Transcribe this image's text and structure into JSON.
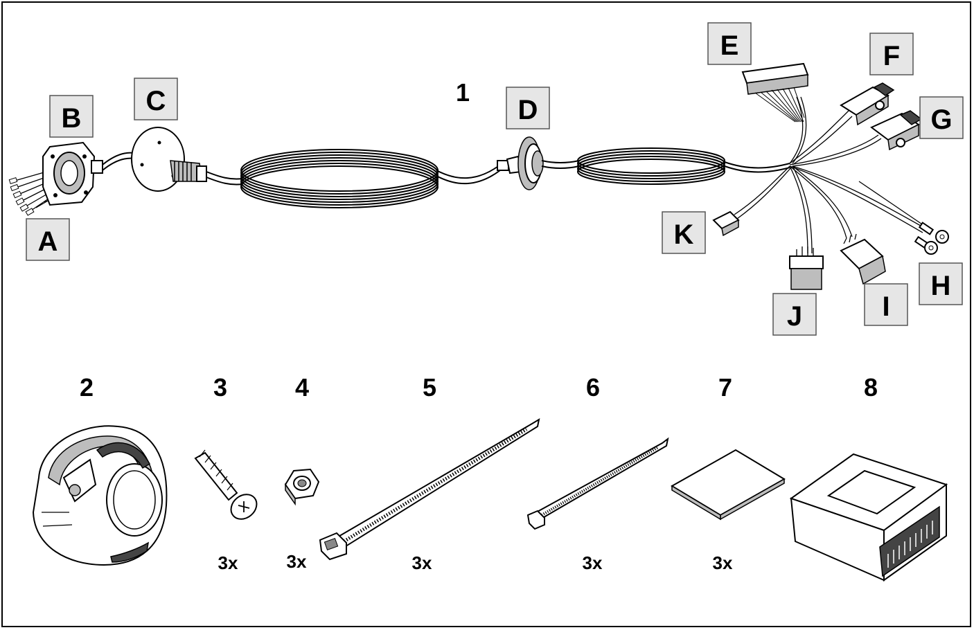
{
  "part_letters": {
    "A": "A",
    "B": "B",
    "C": "C",
    "D": "D",
    "E": "E",
    "F": "F",
    "G": "G",
    "H": "H",
    "I": "I",
    "J": "J",
    "K": "K"
  },
  "items": [
    {
      "number": "1",
      "qty": ""
    },
    {
      "number": "2",
      "qty": ""
    },
    {
      "number": "3",
      "qty": "3x"
    },
    {
      "number": "4",
      "qty": "3x"
    },
    {
      "number": "5",
      "qty": "3x"
    },
    {
      "number": "6",
      "qty": "3x"
    },
    {
      "number": "7",
      "qty": "3x"
    },
    {
      "number": "8",
      "qty": ""
    }
  ],
  "colors": {
    "label_box": "#e6e6e6",
    "ink": "#000000",
    "paper": "#ffffff"
  },
  "icons": [
    "wiring-harness-icon",
    "trailer-socket-icon",
    "screw-icon",
    "nut-icon",
    "cable-tie-long-icon",
    "cable-tie-short-icon",
    "adhesive-pad-icon",
    "control-module-icon"
  ]
}
